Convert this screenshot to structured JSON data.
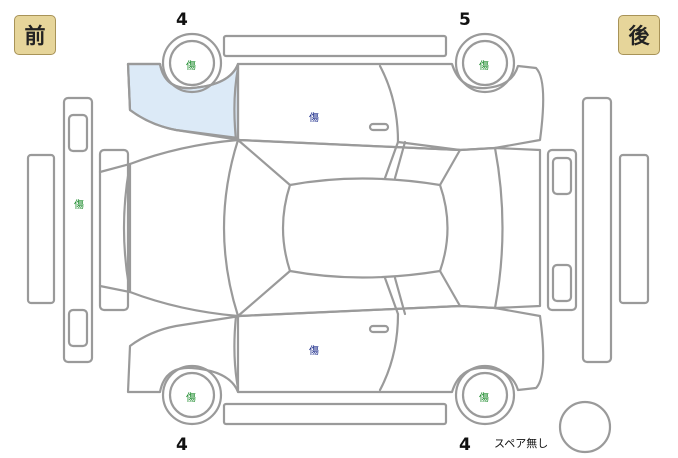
{
  "labels": {
    "front": "前",
    "rear": "後",
    "spare": "スペア無し"
  },
  "tread_depths": {
    "front_left": "4",
    "rear_left": "5",
    "front_right": "4",
    "rear_right": "4"
  },
  "damage_marks": {
    "front_left_wheel": "傷",
    "rear_left_wheel": "傷",
    "left_doors": "傷",
    "front_bumper": "傷",
    "right_doors": "傷",
    "front_right_wheel": "傷",
    "rear_right_wheel": "傷"
  },
  "colors": {
    "highlight_fill": "#dceaf7",
    "line": "#9a9a9a",
    "badge_fill": "#e6d59a",
    "mark_green": "#1a8a2a",
    "mark_blue": "#1a2a8a"
  }
}
